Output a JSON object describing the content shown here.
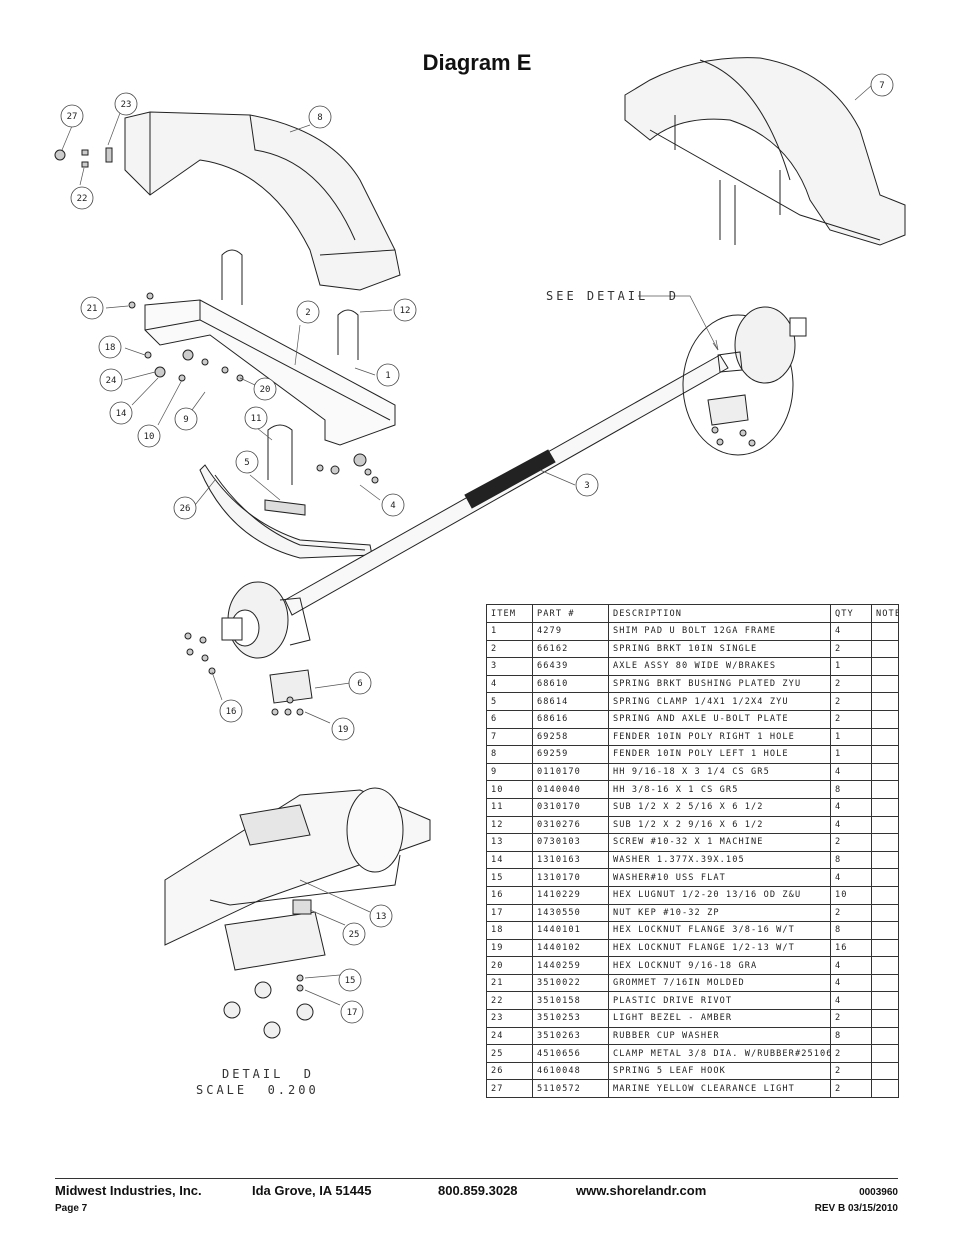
{
  "title": "Diagram E",
  "see_detail": "SEE DETAIL  D",
  "detail_label": "DETAIL  D",
  "detail_scale": "SCALE  0.200",
  "callouts": [
    "27",
    "23",
    "22",
    "8",
    "7",
    "21",
    "2",
    "12",
    "18",
    "24",
    "1",
    "20",
    "14",
    "9",
    "10",
    "11",
    "5",
    "4",
    "26",
    "3",
    "6",
    "16",
    "19",
    "13",
    "25",
    "15",
    "17"
  ],
  "table": {
    "headers": [
      "ITEM",
      "PART #",
      "DESCRIPTION",
      "QTY",
      "NOTE"
    ],
    "rows": [
      [
        "1",
        "4279",
        "SHIM PAD   U BOLT 12GA FRAME",
        "4",
        ""
      ],
      [
        "2",
        "66162",
        "SPRING BRKT  10IN SINGLE",
        "2",
        ""
      ],
      [
        "3",
        "66439",
        "AXLE ASSY 80 WIDE W/BRAKES",
        "1",
        ""
      ],
      [
        "4",
        "68610",
        "SPRING BRKT BUSHING PLATED ZYU",
        "2",
        ""
      ],
      [
        "5",
        "68614",
        "SPRING CLAMP   1/4X1 1/2X4  ZYU",
        "2",
        ""
      ],
      [
        "6",
        "68616",
        "SPRING AND AXLE U-BOLT PLATE",
        "2",
        ""
      ],
      [
        "7",
        "69258",
        "FENDER  10IN POLY RIGHT 1 HOLE",
        "1",
        ""
      ],
      [
        "8",
        "69259",
        "FENDER  10IN POLY LEFT 1 HOLE",
        "1",
        ""
      ],
      [
        "9",
        "0110170",
        "HH 9/16-18 X 3 1/4 CS GR5",
        "4",
        ""
      ],
      [
        "10",
        "0140040",
        "HH 3/8-16 X 1 CS GR5",
        "8",
        ""
      ],
      [
        "11",
        "0310170",
        "SUB 1/2 X 2 5/16 X 6 1/2",
        "4",
        ""
      ],
      [
        "12",
        "0310276",
        "SUB 1/2 X 2 9/16 X 6 1/2",
        "4",
        ""
      ],
      [
        "13",
        "0730103",
        "SCREW #10-32 X 1 MACHINE",
        "2",
        ""
      ],
      [
        "14",
        "1310163",
        "WASHER 1.377X.39X.105",
        "8",
        ""
      ],
      [
        "15",
        "1310170",
        "WASHER#10 USS FLAT",
        "4",
        ""
      ],
      [
        "16",
        "1410229",
        "HEX LUGNUT 1/2-20 13/16 OD Z&U",
        "10",
        ""
      ],
      [
        "17",
        "1430550",
        "NUT KEP #10-32 ZP",
        "2",
        ""
      ],
      [
        "18",
        "1440101",
        "HEX LOCKNUT FLANGE 3/8-16 W/T",
        "8",
        ""
      ],
      [
        "19",
        "1440102",
        "HEX LOCKNUT FLANGE 1/2-13 W/T",
        "16",
        ""
      ],
      [
        "20",
        "1440259",
        "HEX LOCKNUT 9/16-18 GRA",
        "4",
        ""
      ],
      [
        "21",
        "3510022",
        "GROMMET  7/16IN MOLDED",
        "4",
        ""
      ],
      [
        "22",
        "3510158",
        "PLASTIC DRIVE RIVOT",
        "4",
        ""
      ],
      [
        "23",
        "3510253",
        "LIGHT BEZEL - AMBER",
        "2",
        ""
      ],
      [
        "24",
        "3510263",
        "RUBBER CUP WASHER",
        "8",
        ""
      ],
      [
        "25",
        "4510656",
        "CLAMP METAL 3/8 DIA. W/RUBBER#25106",
        "2",
        ""
      ],
      [
        "26",
        "4610048",
        "SPRING  5 LEAF HOOK",
        "2",
        ""
      ],
      [
        "27",
        "5110572",
        "MARINE YELLOW CLEARANCE LIGHT",
        "2",
        ""
      ]
    ]
  },
  "footer": {
    "company": "Midwest Industries, Inc.",
    "city": "Ida Grove, IA  51445",
    "phone": "800.859.3028",
    "website": "www.shorelandr.com",
    "doc_number": "0003960",
    "page": "Page 7",
    "revision": "REV B  03/15/2010"
  }
}
